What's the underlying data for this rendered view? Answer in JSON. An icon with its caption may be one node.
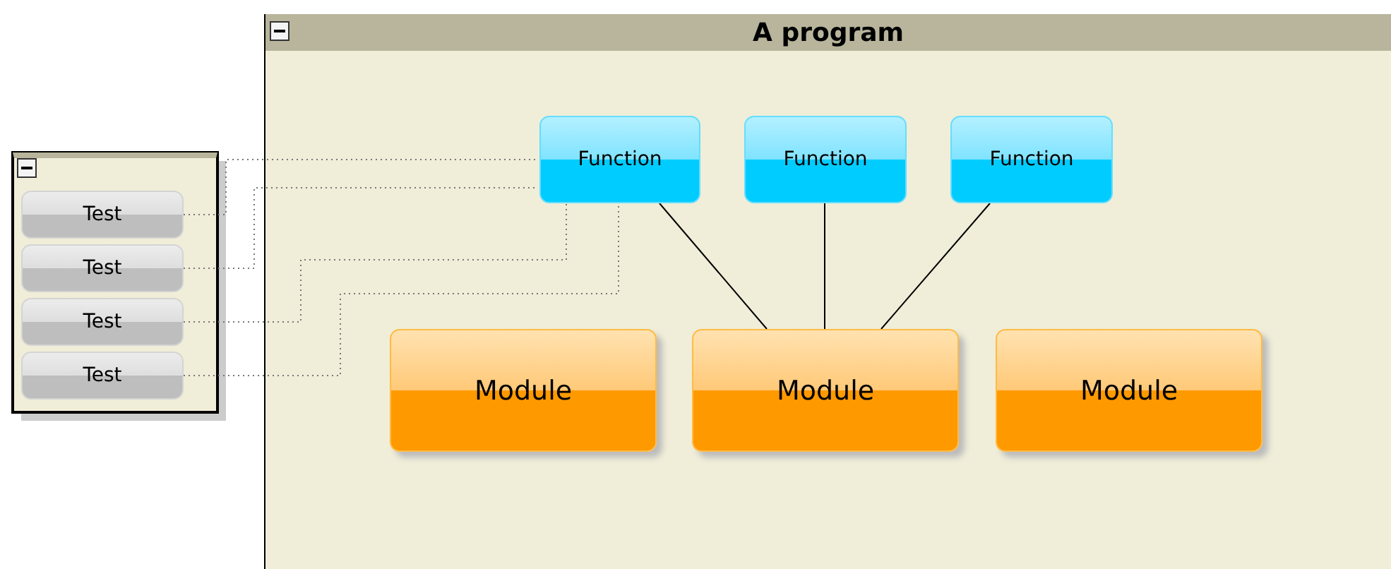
{
  "diagram": {
    "nodes": [
      {
        "text": [
          "A program"
        ]
      },
      {
        "text": [
          "Function"
        ],
        "in": 0
      },
      {
        "text": [
          "Function"
        ],
        "in": 0
      },
      {
        "text": [
          "Function"
        ],
        "in": 0
      },
      {
        "text": [
          "Module"
        ],
        "in": 0
      },
      {
        "text": [
          "Module"
        ],
        "in": 0
      },
      {
        "text": [
          "Module"
        ],
        "in": 0
      },
      {
        "text": [],
        "shape": "box"
      },
      {
        "text": [
          "Test"
        ],
        "in": 7
      },
      {
        "text": [
          "Test"
        ],
        "in": 7
      },
      {
        "text": [
          "Test"
        ],
        "in": 7
      },
      {
        "text": [
          "Test"
        ],
        "in": 7
      }
    ],
    "edges": [
      {
        "from": 8,
        "to": 1,
        "arrow": "none",
        "style": "dashed",
        "color": "#777777"
      },
      {
        "from": 9,
        "to": 1,
        "arrow": "none",
        "style": "dashed",
        "color": "#777777"
      },
      {
        "from": 10,
        "to": 1,
        "arrow": "none",
        "style": "dashed",
        "color": "#777777"
      },
      {
        "from": 11,
        "to": 1,
        "arrow": "none",
        "style": "dashed",
        "color": "#777777"
      },
      {
        "from": 1,
        "to": 5,
        "arrow": "none",
        "color": "#000000"
      },
      {
        "from": 2,
        "to": 5,
        "arrow": "none",
        "color": "#000000"
      },
      {
        "from": 3,
        "to": 5,
        "arrow": "none",
        "color": "#000000"
      }
    ]
  }
}
